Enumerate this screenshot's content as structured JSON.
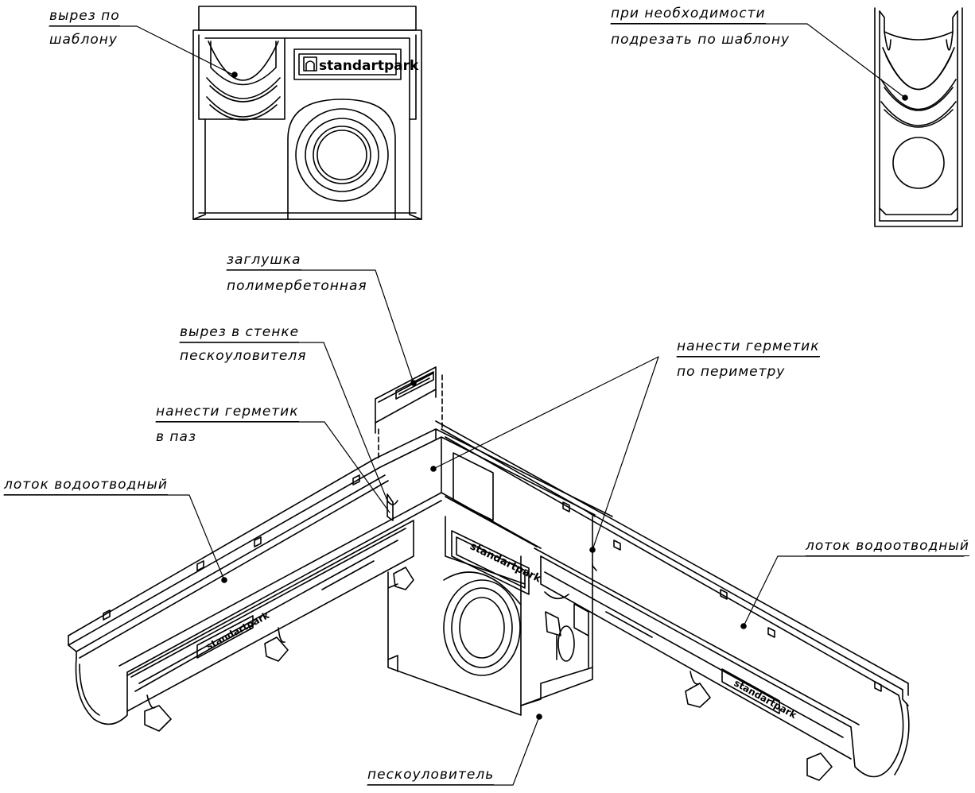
{
  "labels": {
    "cut_by_template_1": "вырез по",
    "cut_by_template_2": "шаблону",
    "trim_if_needed_1": "при необходимости",
    "trim_if_needed_2": "подрезать по шаблону",
    "end_cap_1": "заглушка",
    "end_cap_2": "полимербетонная",
    "wall_cutout_1": "вырез в стенке",
    "wall_cutout_2": "пескоуловителя",
    "sealant_groove_1": "нанести герметик",
    "sealant_groove_2": "в паз",
    "sealant_perimeter_1": "нанести герметик",
    "sealant_perimeter_2": "по периметру",
    "channel_left": "лоток водоотводный",
    "channel_right": "лоток водоотводный",
    "sand_trap": "пескоуловитель"
  },
  "brand": {
    "logo_text": "standartpark"
  },
  "colors": {
    "line": "#000000",
    "background": "#ffffff"
  }
}
